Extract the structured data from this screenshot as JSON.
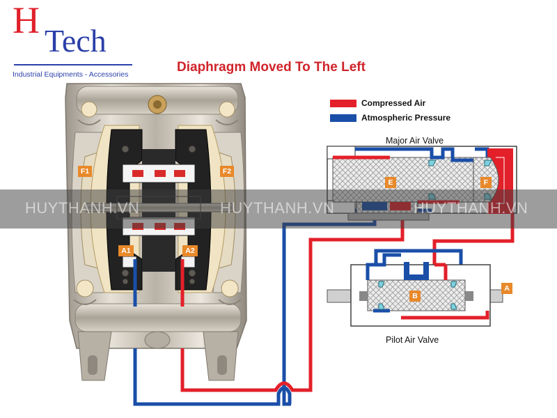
{
  "logo": {
    "letter_h": "H",
    "word": "Tech",
    "subtitle": "Industrial Equipments - Accessories"
  },
  "title": "Diaphragm Moved To The Left",
  "legend": [
    {
      "label": "Compressed Air",
      "color": "#e3202a"
    },
    {
      "label": "Atmospheric Pressure",
      "color": "#1a4fa8"
    }
  ],
  "valves": {
    "major_label": "Major  Air Valve",
    "pilot_label": "Pilot  Air Valve"
  },
  "tags": {
    "f1": "F1",
    "f2": "F2",
    "a1": "A1",
    "a2": "A2",
    "e": "E",
    "f": "F",
    "b": "B",
    "a": "A"
  },
  "watermark": {
    "text": "HUYTHANH.VN"
  },
  "colors": {
    "compressed": "#e3202a",
    "atmospheric": "#1a4fa8",
    "accent_tag": "#e8892a",
    "metal": "#c9c2b6",
    "title": "#d0232a"
  }
}
